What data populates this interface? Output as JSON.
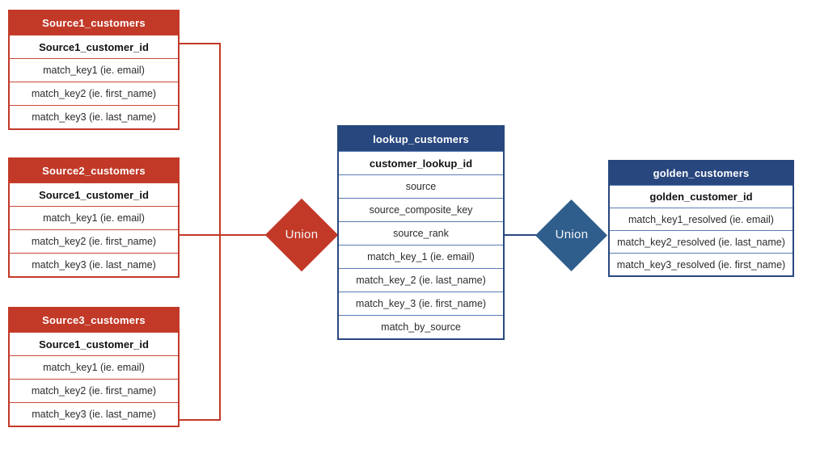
{
  "diagram": {
    "colors": {
      "source_red": "#c23928",
      "header_navy": "#28477e",
      "union_blue": "#2f5e8d",
      "row_separator_blue": "#5b7cb4",
      "row_text": "#2b2b2b",
      "background": "#ffffff"
    },
    "union_left": {
      "label": "Union"
    },
    "union_right": {
      "label": "Union"
    },
    "tables": {
      "source1": {
        "title": "Source1_customers",
        "rows": [
          "Source1_customer_id",
          "match_key1 (ie. email)",
          "match_key2 (ie. first_name)",
          "match_key3 (ie. last_name)"
        ]
      },
      "source2": {
        "title": "Source2_customers",
        "rows": [
          "Source1_customer_id",
          "match_key1 (ie. email)",
          "match_key2 (ie. first_name)",
          "match_key3 (ie. last_name)"
        ]
      },
      "source3": {
        "title": "Source3_customers",
        "rows": [
          "Source1_customer_id",
          "match_key1 (ie. email)",
          "match_key2 (ie. first_name)",
          "match_key3 (ie. last_name)"
        ]
      },
      "lookup": {
        "title": "lookup_customers",
        "rows": [
          "customer_lookup_id",
          "source",
          "source_composite_key",
          "source_rank",
          "match_key_1 (ie. email)",
          "match_key_2 (ie. last_name)",
          "match_key_3 (ie. first_name)",
          "match_by_source"
        ]
      },
      "golden": {
        "title": "golden_customers",
        "rows": [
          "golden_customer_id",
          "match_key1_resolved (ie. email)",
          "match_key2_resolved  (ie. last_name)",
          "match_key3_resolved (ie. first_name)"
        ]
      }
    }
  }
}
